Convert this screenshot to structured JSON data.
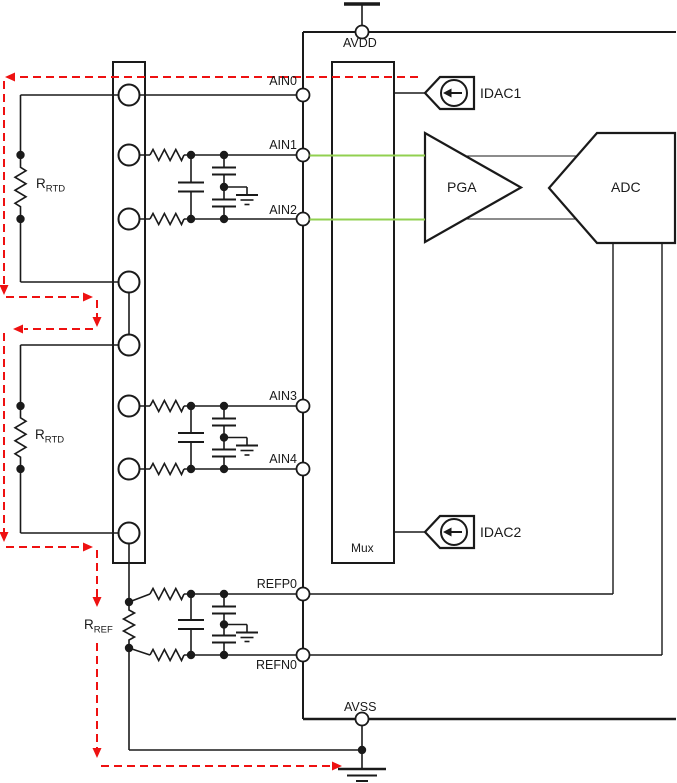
{
  "schematic": {
    "power_rails": {
      "top": "AVDD",
      "bottom": "AVSS"
    },
    "pins": {
      "ain0": "AIN0",
      "ain1": "AIN1",
      "ain2": "AIN2",
      "ain3": "AIN3",
      "ain4": "AIN4",
      "refp0": "REFP0",
      "refn0": "REFN0"
    },
    "blocks": {
      "mux": "Mux",
      "pga": "PGA",
      "adc": "ADC"
    },
    "current_sources": {
      "idac1": "IDAC1",
      "idac2": "IDAC2"
    },
    "resistors": {
      "rtd": {
        "main": "R",
        "sub": "RTD"
      },
      "ref": {
        "main": "R",
        "sub": "REF"
      }
    }
  },
  "colors": {
    "wire": "#1a1a1a",
    "current_path": "#ee1111",
    "channel": "#92d050",
    "background": "#ffffff"
  }
}
